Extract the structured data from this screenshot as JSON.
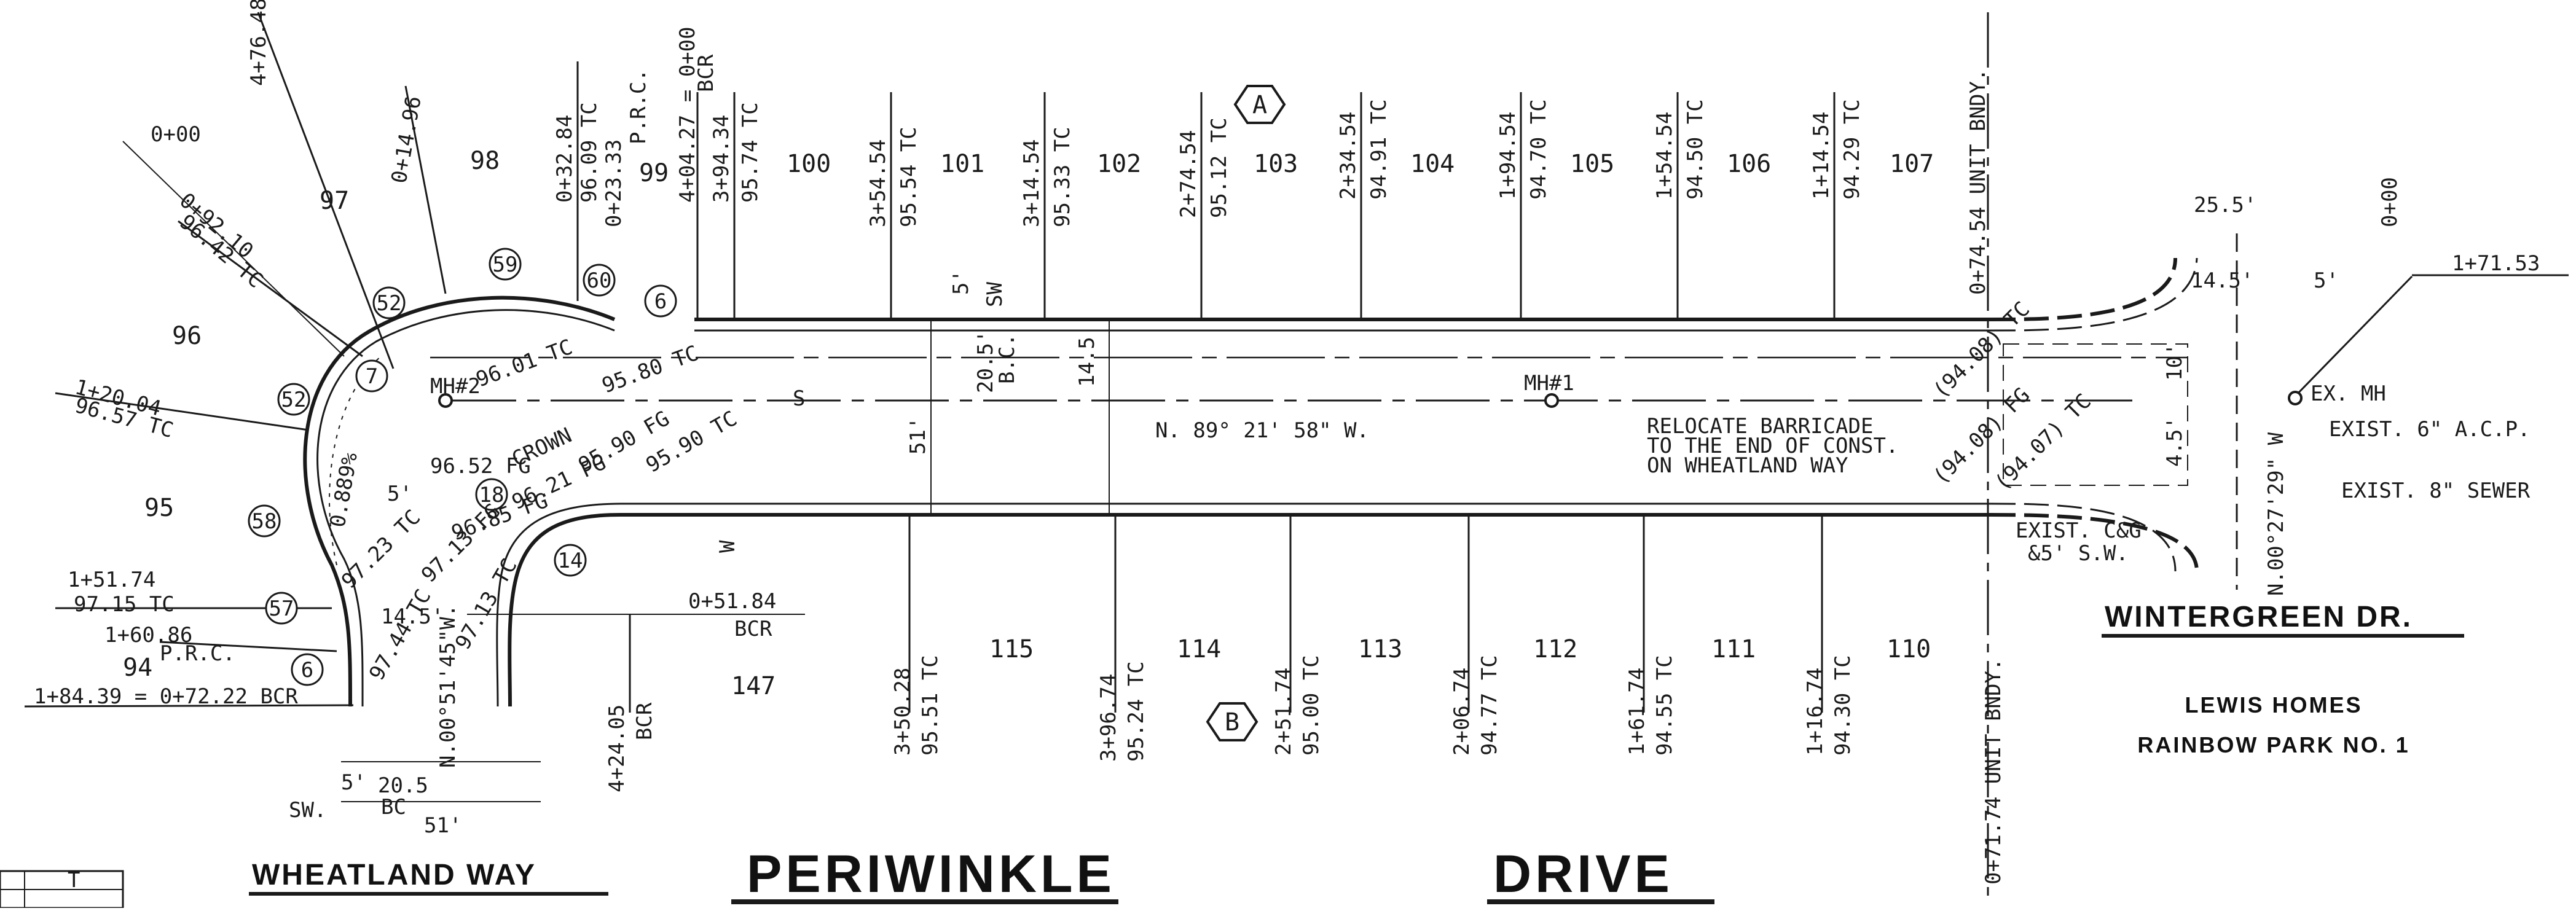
{
  "streets": {
    "main_left": "PERIWINKLE",
    "main_right": "DRIVE",
    "side_left": "WHEATLAND WAY",
    "side_right": "WINTERGREEN DR."
  },
  "title_block": {
    "line1": "LEWIS HOMES",
    "line2": "RAINBOW PARK NO. 1"
  },
  "section_markers": {
    "a": "A",
    "b": "B"
  },
  "lots_top": [
    "100",
    "101",
    "102",
    "103",
    "104",
    "105",
    "106",
    "107"
  ],
  "lots_bottom": [
    "115",
    "114",
    "113",
    "112",
    "111",
    "110"
  ],
  "lots_cul": {
    "l99": "99",
    "l98": "98",
    "l97": "97",
    "l96": "96",
    "l95": "95",
    "l94": "94",
    "l147": "147"
  },
  "stations_top": [
    {
      "sta": "3+54.54",
      "tc": "95.54 TC"
    },
    {
      "sta": "3+14.54",
      "tc": "95.33 TC"
    },
    {
      "sta": "2+74.54",
      "tc": "95.12 TC"
    },
    {
      "sta": "2+34.54",
      "tc": "94.91 TC"
    },
    {
      "sta": "1+94.54",
      "tc": "94.70 TC"
    },
    {
      "sta": "1+54.54",
      "tc": "94.50 TC"
    },
    {
      "sta": "1+14.54",
      "tc": "94.29 TC"
    }
  ],
  "stations_bottom": [
    {
      "sta": "3+50.28",
      "tc": "95.51 TC"
    },
    {
      "sta": "3+96.74",
      "tc": "95.24 TC"
    },
    {
      "sta": "2+51.74",
      "tc": "95.00 TC"
    },
    {
      "sta": "2+06.74",
      "tc": "94.77 TC"
    },
    {
      "sta": "1+61.74",
      "tc": "94.55 TC"
    },
    {
      "sta": "1+16.74",
      "tc": "94.30 TC"
    }
  ],
  "labels": {
    "sta_0_32": "0+32.84",
    "tc_96_09": "96.09 TC",
    "sta_0_23": "0+23.33",
    "prc": "P.R.C.",
    "sta_4_04": "4+04.27 = 0+00",
    "bcr": "BCR",
    "sta_3_94": "3+94.34",
    "tc_95_74": "95.74 TC",
    "sta_4_76": "4+76.48",
    "sta_0_14": "0+14.96",
    "sta_0_00": "0+00",
    "sta_0_92": "0+92.10",
    "tc_96_42": "96.42 TC",
    "sta_1_20": "1+20.04",
    "tc_96_57": "96.57 TC",
    "sta_1_51": "1+51.74",
    "tc_97_15": "97.15 TC",
    "sta_1_60": "1+60.86",
    "prc_low": "P.R.C.",
    "sta_1_84": "1+84.39 = 0+72.22 BCR",
    "unit_bndy_top": "0+74.54 UNIT BNDY.",
    "unit_bndy_bot": "0+71.74 UNIT BNDY.",
    "sta_0_51": "0+51.84",
    "bcr_mid": "BCR",
    "sta_4_24": "4+24.05",
    "bcr_vert": "BCR",
    "mh1": "MH#1",
    "mh2": "MH#2",
    "bearing": "N. 89° 21' 58\" W.",
    "reloc1": "RELOCATE BARRICADE",
    "reloc2": "TO THE END OF CONST.",
    "reloc3": "ON WHEATLAND WAY",
    "crown": "CROWN",
    "tc_96_01": "96.01 TC",
    "tc_95_80": "95.80 TC",
    "fg_95_90": "95.90 FG",
    "tc_95_90": "95.90 TC",
    "fg_96_52": "96.52 FG",
    "fg_96_21": "96.21 FG",
    "fg_96_85": "96.85 FG",
    "fg_97_13": "97.13 FG",
    "tc_97_13": "97.13 TC",
    "tc_97_23": "97.23 TC",
    "tc_97_44": "97.44 TC",
    "slope": "0.889%",
    "bearing_n": "N.00°51'45\"W.",
    "tc_94_08": "(94.08) TC",
    "fg_94_08": "(94.08) FG",
    "tc_94_07": "(94.07) TC",
    "dim_25_5": "25.5'",
    "dim_14_5": "14.5'",
    "dim_5": "5'",
    "dim_10": "10'",
    "dim_4_5": "4.5'",
    "dim_51": "51'",
    "dim_20_5": "20.5'",
    "bc": "B.C.",
    "sw": "SW",
    "dim_51b": "51'",
    "dim_20_5b": "20.5",
    "bc2": "BC",
    "sw2": "SW.",
    "dim_5_left": "5'",
    "dim_14_5_left": "14.5",
    "dim_5_cul": "5'",
    "sta_0_00_r": "0+00",
    "sta_1_71": "1+71.53",
    "ex_mh": "EX. MH",
    "acp": "EXIST. 6\" A.C.P.",
    "sewer": "EXIST. 8\" SEWER",
    "cg1": "EXIST. C&G",
    "cg2": "&5' S.W.",
    "bearing_r": "N.00°27'29\" W",
    "w": "W",
    "s": "S",
    "c52": "52",
    "c59": "59",
    "c60": "60",
    "c6": "6",
    "c7": "7",
    "c18": "18",
    "c58": "58",
    "c57": "57",
    "c14": "14",
    "c6b": "6",
    "c52b": "52",
    "table_t": "T"
  }
}
